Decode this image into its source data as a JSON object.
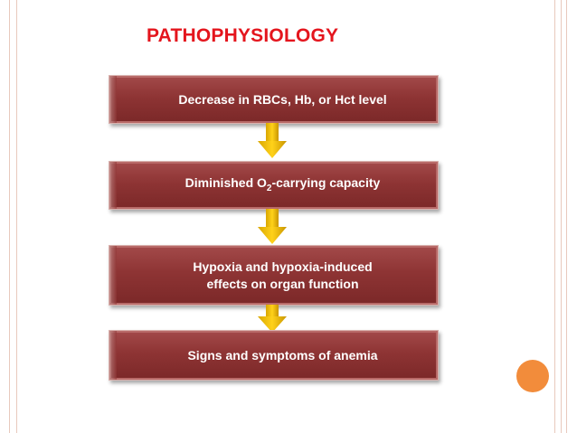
{
  "slide": {
    "title": "PATHOPHYSIOLOGY"
  },
  "flowchart": {
    "steps": [
      {
        "line1": "Decrease in RBCs, Hb, or Hct level"
      },
      {
        "prefix": "Diminished O",
        "subscript": "2",
        "suffix": "-carrying capacity"
      },
      {
        "line1": "Hypoxia and hypoxia-induced",
        "line2": "effects on organ function"
      },
      {
        "line1": "Signs and symptoms of anemia"
      }
    ],
    "arrow_color": "#f5c400",
    "box_color": "#8e3434"
  },
  "decor": {
    "accent_dot_color": "#f28c3b",
    "title_color": "#e4151d"
  }
}
